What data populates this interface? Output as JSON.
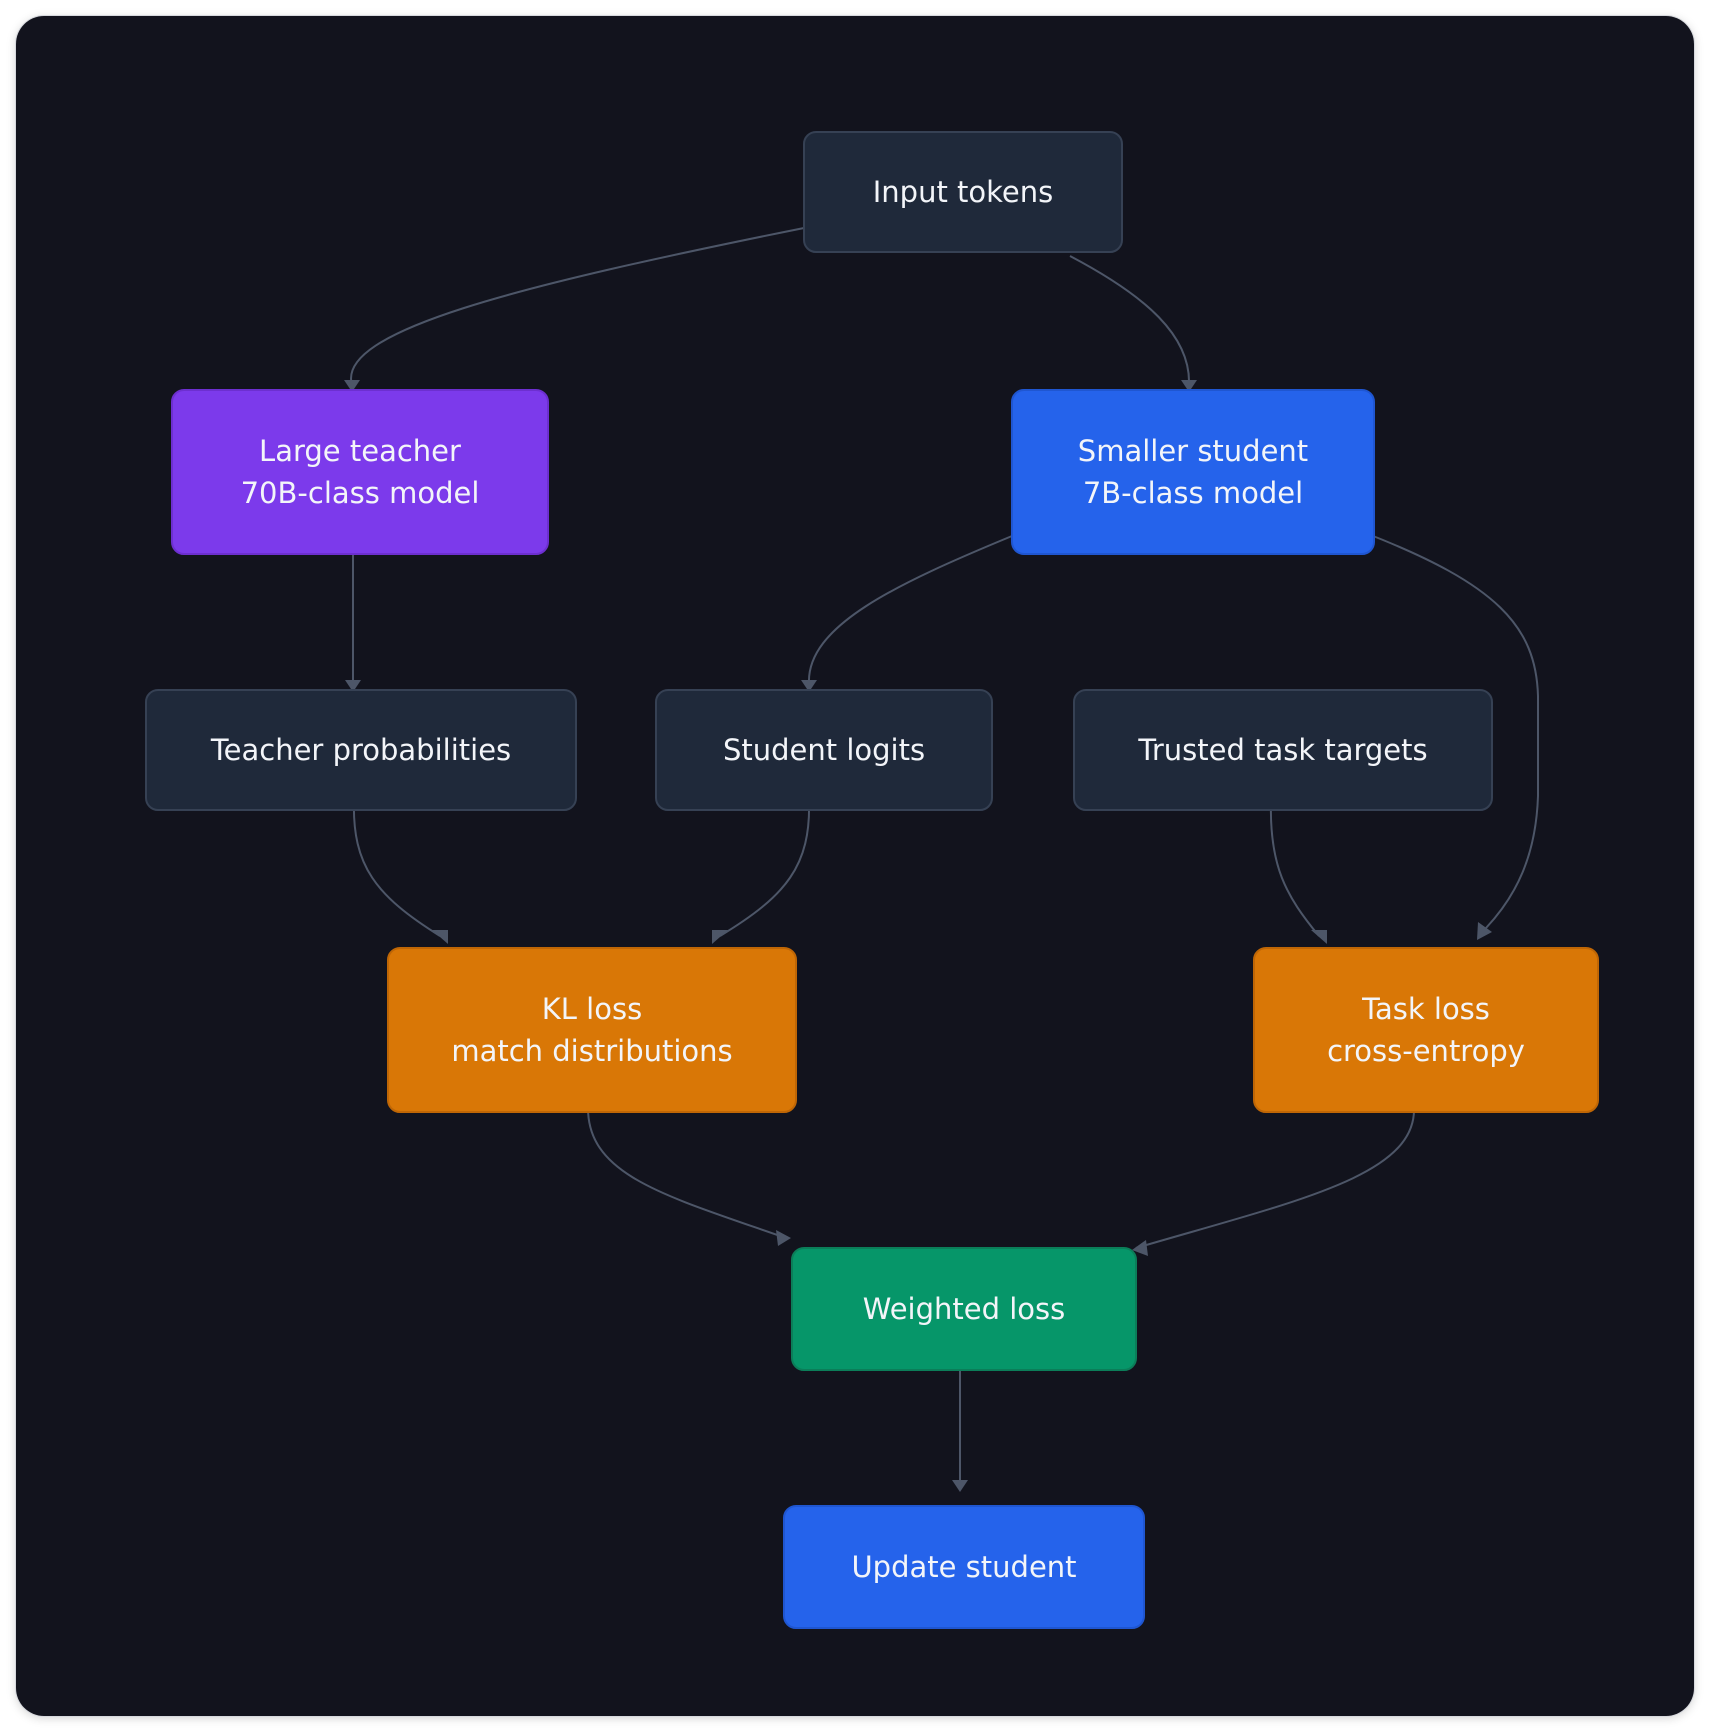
{
  "colors": {
    "canvas": "#12131d",
    "neutral_node_fill": "#1f293a",
    "neutral_node_stroke": "#364154",
    "teacher_fill": "#7c3aeb",
    "student_fill": "#2563eb",
    "loss_fill": "#d97706",
    "weighted_loss_fill": "#069669",
    "edge": "#4d5668",
    "text": "#f3f5f9"
  },
  "nodes": {
    "input_tokens": {
      "lines": [
        "Input tokens"
      ]
    },
    "large_teacher": {
      "lines": [
        "Large teacher",
        "70B-class model"
      ]
    },
    "smaller_student": {
      "lines": [
        "Smaller student",
        "7B-class model"
      ]
    },
    "teacher_probabilities": {
      "lines": [
        "Teacher probabilities"
      ]
    },
    "student_logits": {
      "lines": [
        "Student logits"
      ]
    },
    "trusted_task_targets": {
      "lines": [
        "Trusted task targets"
      ]
    },
    "kl_loss": {
      "lines": [
        "KL loss",
        "match distributions"
      ]
    },
    "task_loss": {
      "lines": [
        "Task loss",
        "cross-entropy"
      ]
    },
    "weighted_loss": {
      "lines": [
        "Weighted loss"
      ]
    },
    "update_student": {
      "lines": [
        "Update student"
      ]
    }
  },
  "edges": [
    {
      "from": "input_tokens",
      "to": "large_teacher"
    },
    {
      "from": "input_tokens",
      "to": "smaller_student"
    },
    {
      "from": "large_teacher",
      "to": "teacher_probabilities"
    },
    {
      "from": "smaller_student",
      "to": "student_logits"
    },
    {
      "from": "smaller_student",
      "to": "task_loss"
    },
    {
      "from": "teacher_probabilities",
      "to": "kl_loss"
    },
    {
      "from": "student_logits",
      "to": "kl_loss"
    },
    {
      "from": "trusted_task_targets",
      "to": "task_loss"
    },
    {
      "from": "kl_loss",
      "to": "weighted_loss"
    },
    {
      "from": "task_loss",
      "to": "weighted_loss"
    },
    {
      "from": "weighted_loss",
      "to": "update_student"
    }
  ]
}
